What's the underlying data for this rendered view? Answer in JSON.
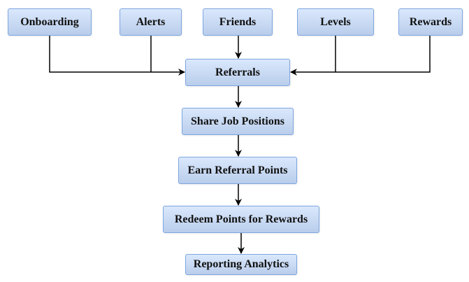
{
  "diagram": {
    "nodes": {
      "onboarding": "Onboarding",
      "alerts": "Alerts",
      "friends": "Friends",
      "levels": "Levels",
      "rewards": "Rewards",
      "referrals": "Referrals",
      "share": "Share Job Positions",
      "earn": "Earn Referral Points",
      "redeem": "Redeem Points for Rewards",
      "reporting": "Reporting Analytics"
    },
    "edges": [
      [
        "onboarding",
        "referrals"
      ],
      [
        "alerts",
        "referrals"
      ],
      [
        "friends",
        "referrals"
      ],
      [
        "levels",
        "referrals"
      ],
      [
        "rewards",
        "referrals"
      ],
      [
        "referrals",
        "share"
      ],
      [
        "share",
        "earn"
      ],
      [
        "earn",
        "redeem"
      ],
      [
        "redeem",
        "reporting"
      ]
    ],
    "colors": {
      "node_fill_top": "#dae8fc",
      "node_fill_bottom": "#b9cdeb",
      "node_border": "#7ea6e0",
      "connector": "#000000"
    }
  }
}
